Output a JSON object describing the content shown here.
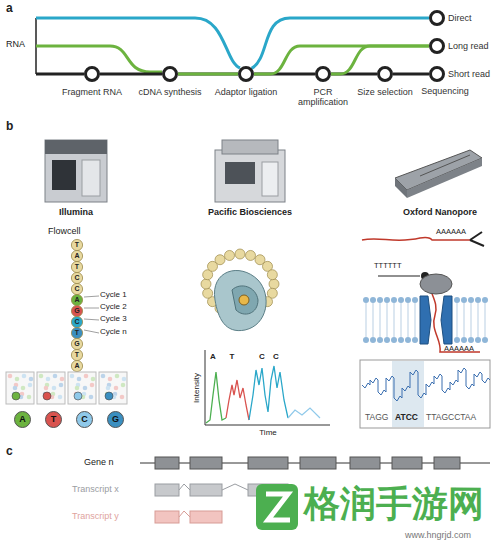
{
  "diagram": {
    "nodes": [
      {
        "text": [
          "Fragment RNA"
        ]
      },
      {
        "text": [
          "cDNA synthesis"
        ]
      },
      {
        "text": [
          "Adaptor ligation"
        ]
      },
      {
        "text": [
          "PCR amplification"
        ]
      },
      {
        "text": [
          "Size selection"
        ]
      },
      {
        "text": [
          "Direct"
        ]
      },
      {
        "text": [
          "Long read"
        ]
      },
      {
        "text": [
          "Short read"
        ]
      }
    ],
    "edges": [
      {
        "from": 0,
        "to": 1,
        "arrow": "none"
      },
      {
        "from": 1,
        "to": 2,
        "arrow": "none"
      },
      {
        "from": 2,
        "to": 3,
        "arrow": "none"
      },
      {
        "from": 3,
        "to": 4,
        "arrow": "none"
      },
      {
        "from": 4,
        "to": 7,
        "arrow": "none"
      },
      {
        "from": 1,
        "to": 2,
        "arrow": "none"
      },
      {
        "from": 2,
        "to": 6,
        "arrow": "none"
      },
      {
        "from": 3,
        "to": 6,
        "arrow": "none"
      },
      {
        "from": 2,
        "to": 5,
        "arrow": "none"
      }
    ],
    "labels": [
      "a",
      "RNA",
      "Sequencing",
      "b",
      "Illumina",
      "Pacific Biosciences",
      "Oxford Nanopore",
      "Flowcell",
      "Cycle 1",
      "Cycle 2",
      "Cycle 3",
      "Cycle n",
      "A",
      "T",
      "C",
      "C",
      "Intensity",
      "Time",
      "TTTTTT",
      "AAAAAA",
      "AAAAAA",
      "TAGG",
      "ATCC",
      "TTAGCCTAA",
      "c",
      "Gene n",
      "Transcript x",
      "Transcript y",
      "格润手游网",
      "www.hngrjd.com",
      "T",
      "A",
      "T",
      "C",
      "C",
      "A",
      "G",
      "C",
      "T",
      "G",
      "T",
      "A"
    ],
    "legend": [
      {
        "text": "A",
        "color": "#6cb33f"
      },
      {
        "text": "T",
        "color": "#d9534f"
      },
      {
        "text": "C",
        "color": "#8fc9ea"
      },
      {
        "text": "G",
        "color": "#3b8fc0"
      }
    ]
  }
}
